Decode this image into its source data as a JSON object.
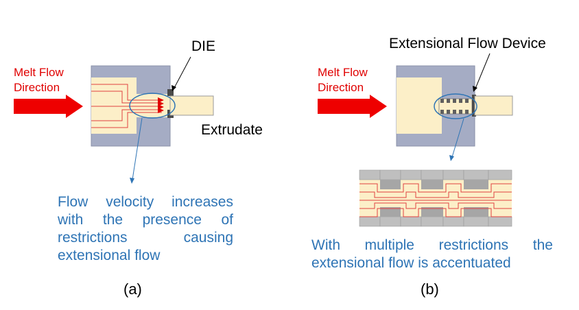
{
  "panel_a": {
    "melt_flow_label": [
      "Melt Flow",
      "Direction"
    ],
    "die_label": "DIE",
    "extrudate_label": "Extrudate",
    "caption_lines": [
      [
        "Flow",
        "velocity",
        "increases"
      ],
      [
        "with",
        "the",
        "presence",
        "of"
      ],
      [
        "restrictions",
        "causing"
      ],
      [
        "extensional flow"
      ]
    ],
    "sublabel": "(a)"
  },
  "panel_b": {
    "melt_flow_label": [
      "Melt Flow",
      "Direction"
    ],
    "device_label": "Extensional Flow Device",
    "caption_lines": [
      [
        "With",
        "multiple",
        "restrictions",
        "the"
      ],
      [
        "extensional flow is accentuated"
      ]
    ],
    "sublabel": "(b)"
  },
  "colors": {
    "flow_arrow": "#ee0000",
    "barrel": "#a5acc4",
    "melt": "#fcefc8",
    "die": "#4a4a4a",
    "callout": "#2e74b5",
    "restriction_grey": "#bfbfbf"
  }
}
